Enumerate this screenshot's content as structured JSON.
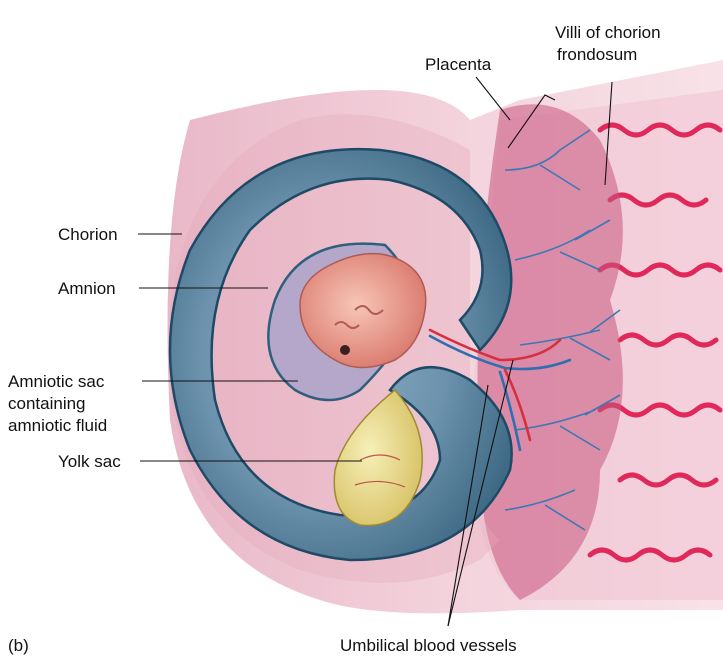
{
  "figure": {
    "panel_label": "(b)",
    "labels": {
      "placenta": "Placenta",
      "villi_line1": "Villi of chorion",
      "villi_line2": "frondosum",
      "chorion": "Chorion",
      "amnion": "Amnion",
      "amniotic_line1": "Amniotic sac",
      "amniotic_line2": "containing",
      "amniotic_line3": "amniotic fluid",
      "yolk_sac": "Yolk sac",
      "umbilical": "Umbilical blood vessels"
    }
  }
}
